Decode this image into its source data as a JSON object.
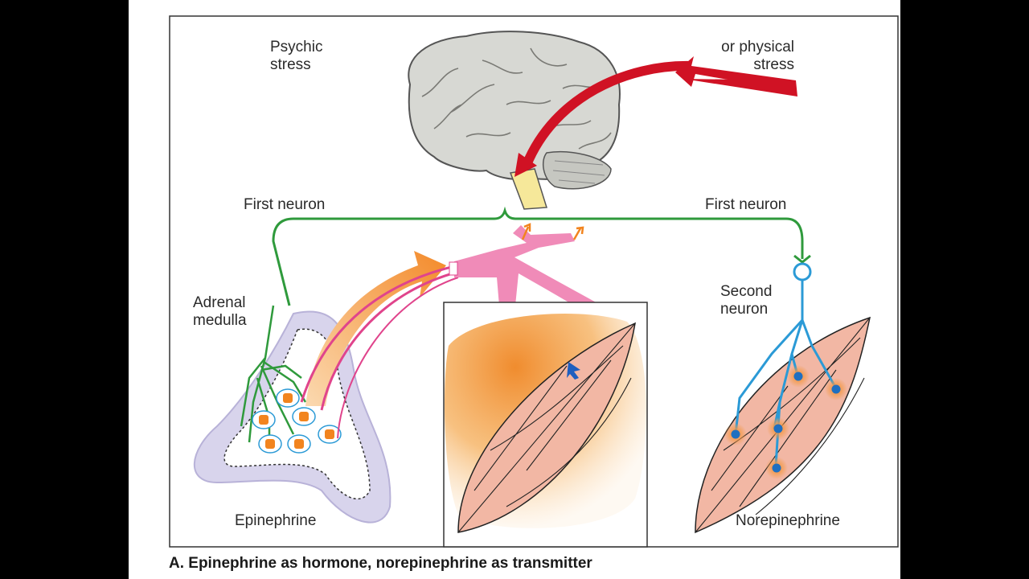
{
  "labels": {
    "psychic_stress": [
      "Psychic",
      "stress"
    ],
    "physical_stress": [
      "or physical",
      "stress"
    ],
    "first_neuron_left": "First neuron",
    "first_neuron_right": "First neuron",
    "adrenal_medulla": [
      "Adrenal",
      "medulla"
    ],
    "second_neuron": [
      "Second",
      "neuron"
    ],
    "epinephrine": "Epinephrine",
    "norepinephrine": "Norepinephrine"
  },
  "caption": "A. Epinephrine as hormone, norepinephrine as transmitter",
  "colors": {
    "background": "#000000",
    "frame": "#333333",
    "neuron_green": "#2f9a3c",
    "neuron_blue": "#2b9ad6",
    "stress_red": "#d01224",
    "adrenal_lavender": "#d8d4ec",
    "hormone_orange": "#f29a3e",
    "vessel_pink": "#f08bb8",
    "muscle_pink": "#f2b7a4"
  }
}
